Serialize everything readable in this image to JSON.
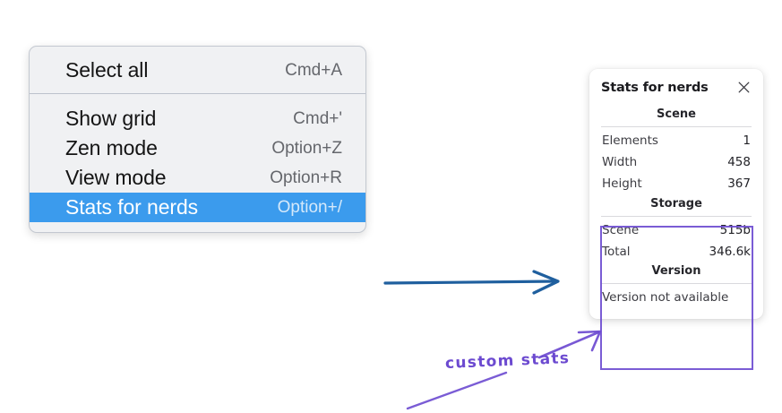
{
  "context_menu": {
    "groups": [
      {
        "items": [
          {
            "label": "Select all",
            "shortcut": "Cmd+A",
            "selected": false
          }
        ]
      },
      {
        "items": [
          {
            "label": "Show grid",
            "shortcut": "Cmd+'",
            "selected": false
          },
          {
            "label": "Zen mode",
            "shortcut": "Option+Z",
            "selected": false
          },
          {
            "label": "View mode",
            "shortcut": "Option+R",
            "selected": false
          },
          {
            "label": "Stats for nerds",
            "shortcut": "Option+/",
            "selected": true
          }
        ]
      }
    ],
    "highlight_color": "#3b9bed",
    "background_color": "#f0f1f3"
  },
  "stats_panel": {
    "title": "Stats for nerds",
    "close_icon": "close-icon",
    "sections": [
      {
        "heading": "Scene",
        "rows": [
          {
            "label": "Elements",
            "value": "1"
          },
          {
            "label": "Width",
            "value": "458"
          },
          {
            "label": "Height",
            "value": "367"
          }
        ]
      },
      {
        "heading": "Storage",
        "rows": [
          {
            "label": "Scene",
            "value": "515b"
          },
          {
            "label": "Total",
            "value": "346.6k"
          }
        ]
      },
      {
        "heading": "Version",
        "note": "Version not available",
        "rows": []
      }
    ]
  },
  "annotations": {
    "flow_arrow_color": "#1f5f9e",
    "callout_color": "#6c4ad0",
    "callout_label": "custom stats"
  }
}
